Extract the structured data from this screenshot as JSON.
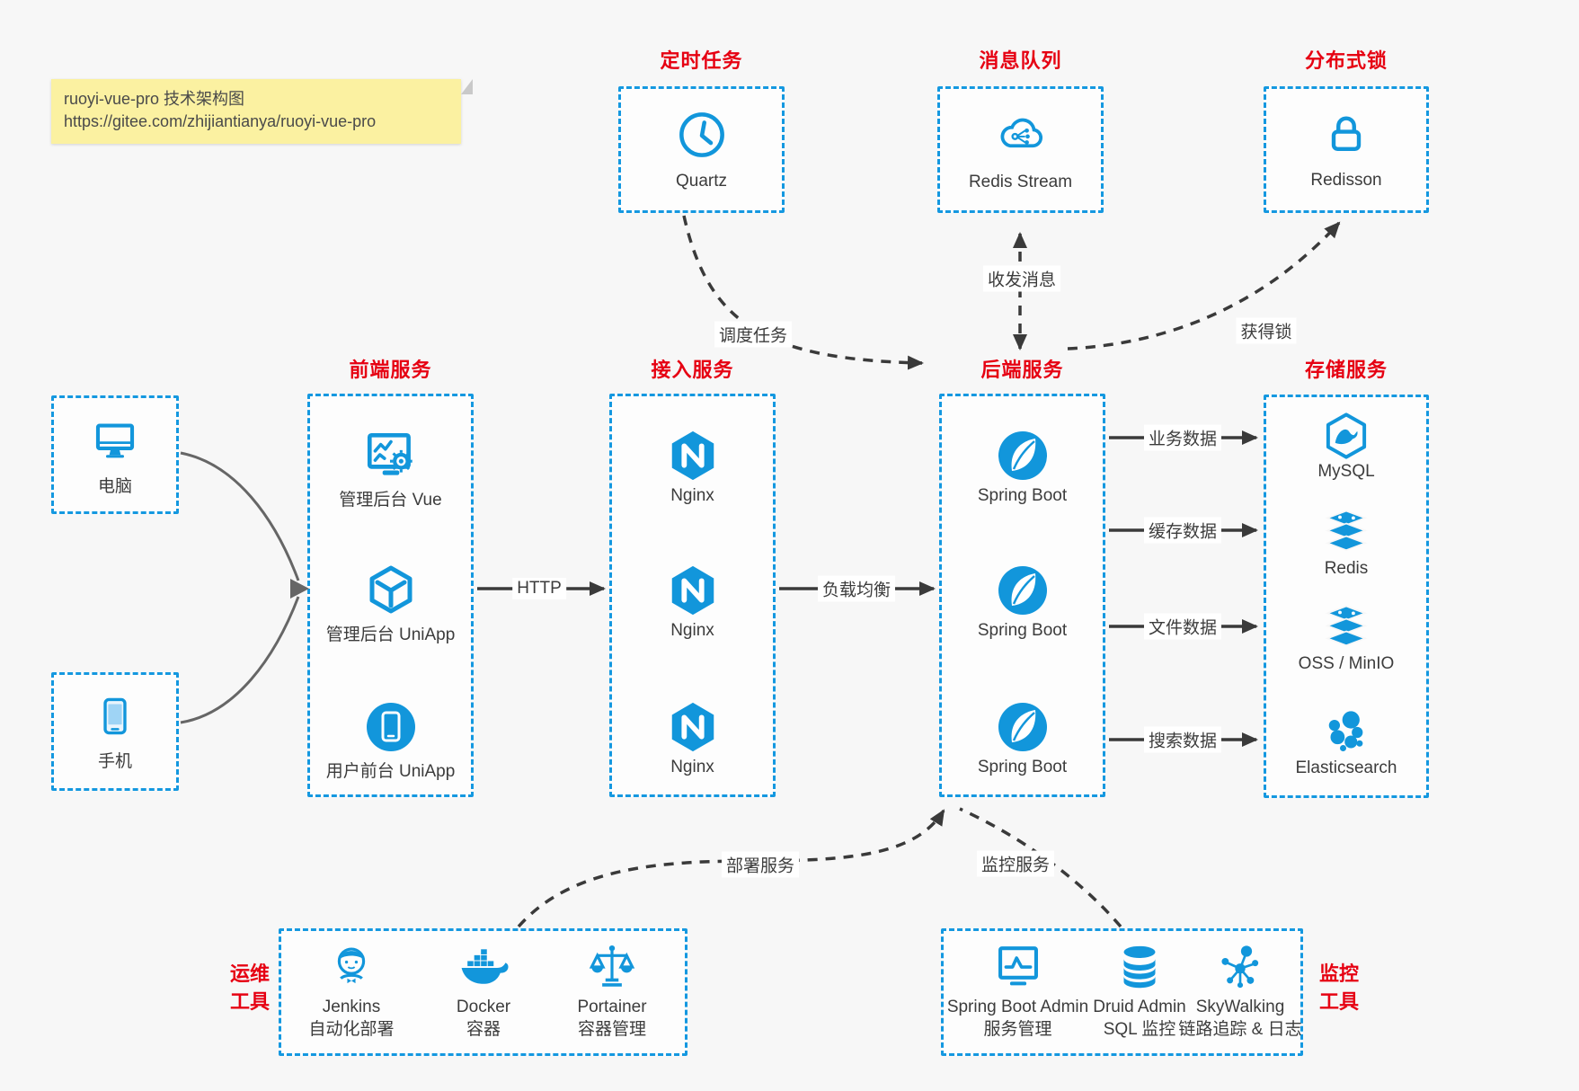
{
  "colors": {
    "accent_blue": "#1296db",
    "title_red": "#e60012",
    "arrow_dark": "#3a3a3a",
    "arrow_gray": "#666666",
    "note_bg": "#fbf1a1"
  },
  "note": {
    "line1": "ruoyi-vue-pro 技术架构图",
    "line2": "https://gitee.com/zhijiantianya/ruoyi-vue-pro"
  },
  "top_services": [
    {
      "title": "定时任务",
      "icon": "clock-icon",
      "label": "Quartz"
    },
    {
      "title": "消息队列",
      "icon": "cloud-message-icon",
      "label": "Redis Stream"
    },
    {
      "title": "分布式锁",
      "icon": "lock-icon",
      "label": "Redisson"
    }
  ],
  "clients": [
    {
      "icon": "desktop-icon",
      "label": "电脑"
    },
    {
      "icon": "smartphone-icon",
      "label": "手机"
    }
  ],
  "columns": [
    {
      "title": "前端服务",
      "items": [
        {
          "icon": "admin-vue-icon",
          "label": "管理后台 Vue"
        },
        {
          "icon": "uniapp-cube-icon",
          "label": "管理后台 UniApp"
        },
        {
          "icon": "mobile-app-icon",
          "label": "用户前台 UniApp"
        }
      ]
    },
    {
      "title": "接入服务",
      "items": [
        {
          "icon": "nginx-icon",
          "label": "Nginx"
        },
        {
          "icon": "nginx-icon",
          "label": "Nginx"
        },
        {
          "icon": "nginx-icon",
          "label": "Nginx"
        }
      ]
    },
    {
      "title": "后端服务",
      "items": [
        {
          "icon": "spring-boot-icon",
          "label": "Spring Boot"
        },
        {
          "icon": "spring-boot-icon",
          "label": "Spring Boot"
        },
        {
          "icon": "spring-boot-icon",
          "label": "Spring Boot"
        }
      ]
    },
    {
      "title": "存储服务",
      "items": [
        {
          "icon": "mysql-icon",
          "label": "MySQL"
        },
        {
          "icon": "redis-stack-icon",
          "label": "Redis"
        },
        {
          "icon": "storage-stack-icon",
          "label": "OSS / MinIO"
        },
        {
          "icon": "elasticsearch-icon",
          "label": "Elasticsearch"
        }
      ]
    }
  ],
  "ops_tools": {
    "title_line1": "运维",
    "title_line2": "工具",
    "items": [
      {
        "icon": "jenkins-icon",
        "label": "Jenkins",
        "sublabel": "自动化部署"
      },
      {
        "icon": "docker-icon",
        "label": "Docker",
        "sublabel": "容器"
      },
      {
        "icon": "portainer-icon",
        "label": "Portainer",
        "sublabel": "容器管理"
      }
    ]
  },
  "monitor_tools": {
    "title_line1": "监控",
    "title_line2": "工具",
    "items": [
      {
        "icon": "spring-boot-admin-icon",
        "label": "Spring Boot Admin",
        "sublabel": "服务管理"
      },
      {
        "icon": "druid-icon",
        "label": "Druid Admin",
        "sublabel": "SQL 监控"
      },
      {
        "icon": "skywalking-icon",
        "label": "SkyWalking",
        "sublabel": "链路追踪 & 日志"
      }
    ]
  },
  "edges": {
    "http": "HTTP",
    "load_balance": "负载均衡",
    "schedule_task": "调度任务",
    "send_receive_message": "收发消息",
    "acquire_lock": "获得锁",
    "business_data": "业务数据",
    "cache_data": "缓存数据",
    "file_data": "文件数据",
    "search_data": "搜索数据",
    "deploy_service": "部署服务",
    "monitor_service": "监控服务"
  }
}
